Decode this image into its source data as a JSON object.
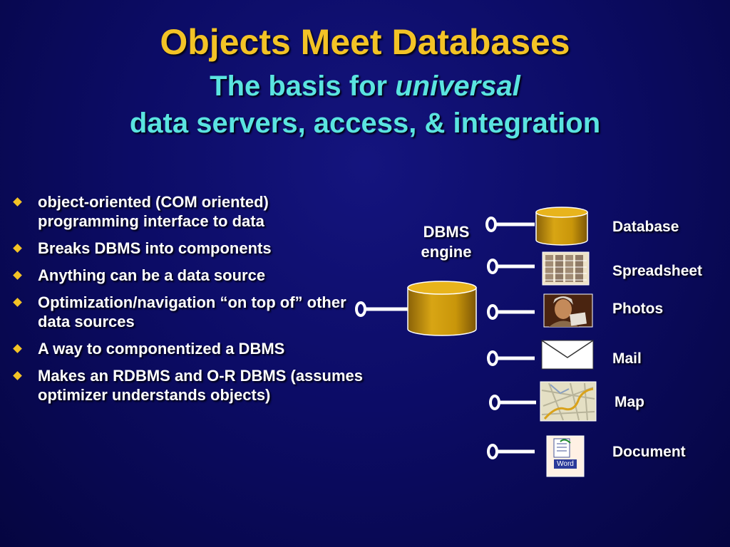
{
  "title": "Objects Meet Databases",
  "subtitle": {
    "line1_prefix": "The basis for ",
    "line1_emphasis": "universal",
    "line2": "data servers, access, & integration"
  },
  "bullets": [
    "object-oriented (COM oriented) programming interface to data",
    "Breaks DBMS into components",
    "Anything can be a data source",
    "Optimization/navigation “on top of” other data sources",
    "A way to componentized a DBMS",
    "Makes an RDBMS and O-R DBMS (assumes optimizer understands objects)"
  ],
  "engine": {
    "line1": "DBMS",
    "line2": "engine"
  },
  "sources": {
    "database": "Database",
    "spreadsheet": "Spreadsheet",
    "photos": "Photos",
    "mail": "Mail",
    "map": "Map",
    "document": "Document"
  },
  "word_icon_label": "Word",
  "colors": {
    "title": "#f3c326",
    "subtitle": "#5ae4e0",
    "bullet": "#f3c326",
    "cylinder": "#c9960a",
    "background": "#0c0c66"
  }
}
